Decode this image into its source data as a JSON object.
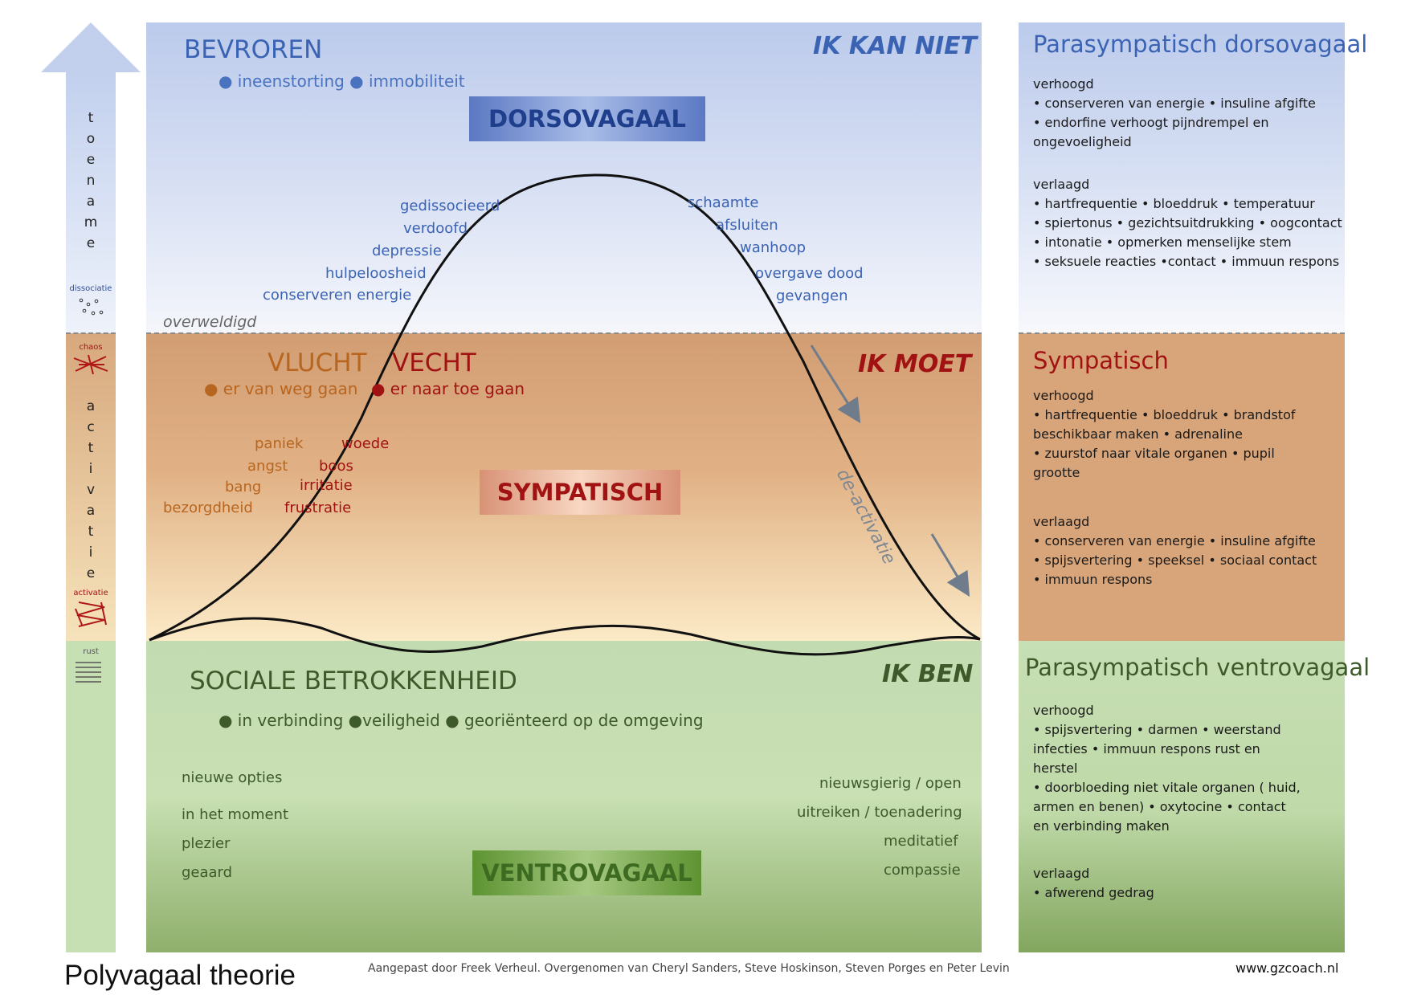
{
  "left_column": {
    "top_word": "toename",
    "dissociatie_label": "dissociatie",
    "chaos_label": "chaos",
    "middle_word": "activatie",
    "activatie_label": "activatie",
    "rust_label": "rust"
  },
  "dorsal": {
    "title": "BEVROREN",
    "bullets": "● ineenstorting ● immobiliteit",
    "motto": "IK KAN NIET",
    "box_label": "DORSOVAGAAL",
    "threshold_label": "overweldigd",
    "left_words": [
      "gedissocieerd",
      "verdoofd",
      "depressie",
      "hulpeloosheid",
      "conserveren energie"
    ],
    "right_words": [
      "schaamte",
      "afsluiten",
      "wanhoop",
      "overgave dood",
      "gevangen"
    ]
  },
  "sympathetic": {
    "title_flight": "VLUCHT",
    "title_fight": "VECHT",
    "bullet_flight": "● er van weg gaan",
    "bullet_fight": "● er naar toe gaan",
    "motto": "IK MOET",
    "box_label": "SYMPATISCH",
    "left_words": [
      "paniek",
      "angst",
      "bang",
      "bezorgdheid"
    ],
    "right_words": [
      "woede",
      "boos",
      "irritatie",
      "frustratie"
    ],
    "deactivation_label": "de-activatie"
  },
  "ventral": {
    "title": "SOCIALE BETROKKENHEID",
    "bullets": "● in verbinding  ●veiligheid ● georiënteerd op de omgeving",
    "motto": "IK BEN",
    "box_label": "VENTROVAGAAL",
    "left_words": [
      "nieuwe opties",
      "in het moment",
      "plezier",
      "geaard"
    ],
    "right_words": [
      "nieuwsgierig / open",
      "uitreiken / toenadering",
      "meditatief",
      "compassie"
    ]
  },
  "right_panels": {
    "dorsal": {
      "title": "Parasympatisch dorsovagaal",
      "raised_label": "verhoogd",
      "raised_lines": [
        "• conserveren van energie • insuline afgifte",
        "• endorfine verhoogt pijndrempel en",
        "ongevoeligheid"
      ],
      "lowered_label": "verlaagd",
      "lowered_lines": [
        "• hartfrequentie • bloeddruk • temperatuur",
        "• spiertonus • gezichtsuitdrukking • oogcontact",
        "• intonatie • opmerken menselijke stem",
        "• seksuele reacties •contact • immuun respons"
      ]
    },
    "sympathetic": {
      "title": "Sympatisch",
      "raised_label": "verhoogd",
      "raised_lines": [
        "• hartfrequentie • bloeddruk • brandstof",
        "beschikbaar maken • adrenaline",
        "• zuurstof naar vitale organen • pupil",
        "grootte"
      ],
      "lowered_label": "verlaagd",
      "lowered_lines": [
        "• conserveren van energie • insuline afgifte",
        "• spijsvertering  • speeksel • sociaal contact",
        "• immuun respons"
      ]
    },
    "ventral": {
      "title": "Parasympatisch ventrovagaal",
      "raised_label": "verhoogd",
      "raised_lines": [
        "• spijsvertering • darmen • weerstand",
        "infecties • immuun respons rust en",
        "herstel",
        "• doorbloeding niet vitale organen ( huid,",
        "armen en benen) • oxytocine • contact",
        "en verbinding maken"
      ],
      "lowered_label": "verlaagd",
      "lowered_lines": [
        "• afwerend gedrag"
      ]
    }
  },
  "footer": {
    "title": "Polyvagaal  theorie",
    "credit": "Aangepast door Freek Verheul. Overgenomen van Cheryl Sanders, Steve Hoskinson, Steven Porges en Peter Levin",
    "url": "www.gzcoach.nl"
  },
  "colors": {
    "dorsal_text": "#3b63b4",
    "symp_orange": "#b8661f",
    "symp_red": "#a11313",
    "ventral_text": "#3e5a2a"
  }
}
